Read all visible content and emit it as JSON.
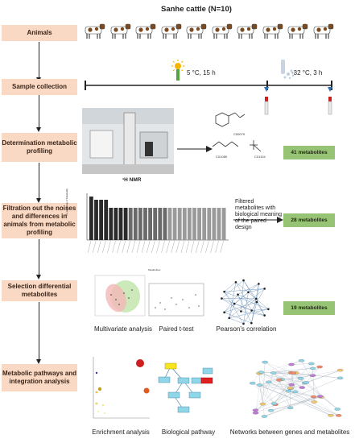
{
  "title": "Sanhe cattle (N=10)",
  "steps": {
    "animals": "Animals",
    "sample_collection": "Sample collection",
    "determination": "Determination metabolic profiling",
    "filtration": "Filtration out the noises and differences in animals from metabolic profiling",
    "selection": "Selection differential metabolites",
    "pathways": "Metabolic pathways and integration analysis"
  },
  "sampling": {
    "condition_1": "5 °C, 15 h",
    "condition_2": "-32 °C, 3 h"
  },
  "nmr": {
    "label": "¹H NMR",
    "structures": [
      "C00079",
      "C01089",
      "C01104"
    ]
  },
  "filter": {
    "description": "Filtered metabolites with biological meaning of the paired design",
    "chart_ylabel": "The percentage of individuality",
    "chart_xlabel": "Metabolites"
  },
  "results": {
    "r1": "41 metabolites",
    "r2": "28 metabolites",
    "r3": "19 metabolites"
  },
  "analysis_captions": {
    "multivariate": "Multivariate analysis",
    "ttest": "Paired t-test",
    "pearson": "Pearson's correlation"
  },
  "integration_captions": {
    "enrichment": "Enrichment analysis",
    "pathway": "Biological pathway",
    "networks": "Networks between genes and metabolites"
  },
  "colors": {
    "step_box": "#f9d9c4",
    "result_box": "#97c474",
    "cow_brown": "#7a4a22"
  },
  "icons": {
    "sun": "sun-icon",
    "snow": "snowflake-icon",
    "tube": "blood-tube-icon",
    "arrow": "down-arrow-icon"
  }
}
